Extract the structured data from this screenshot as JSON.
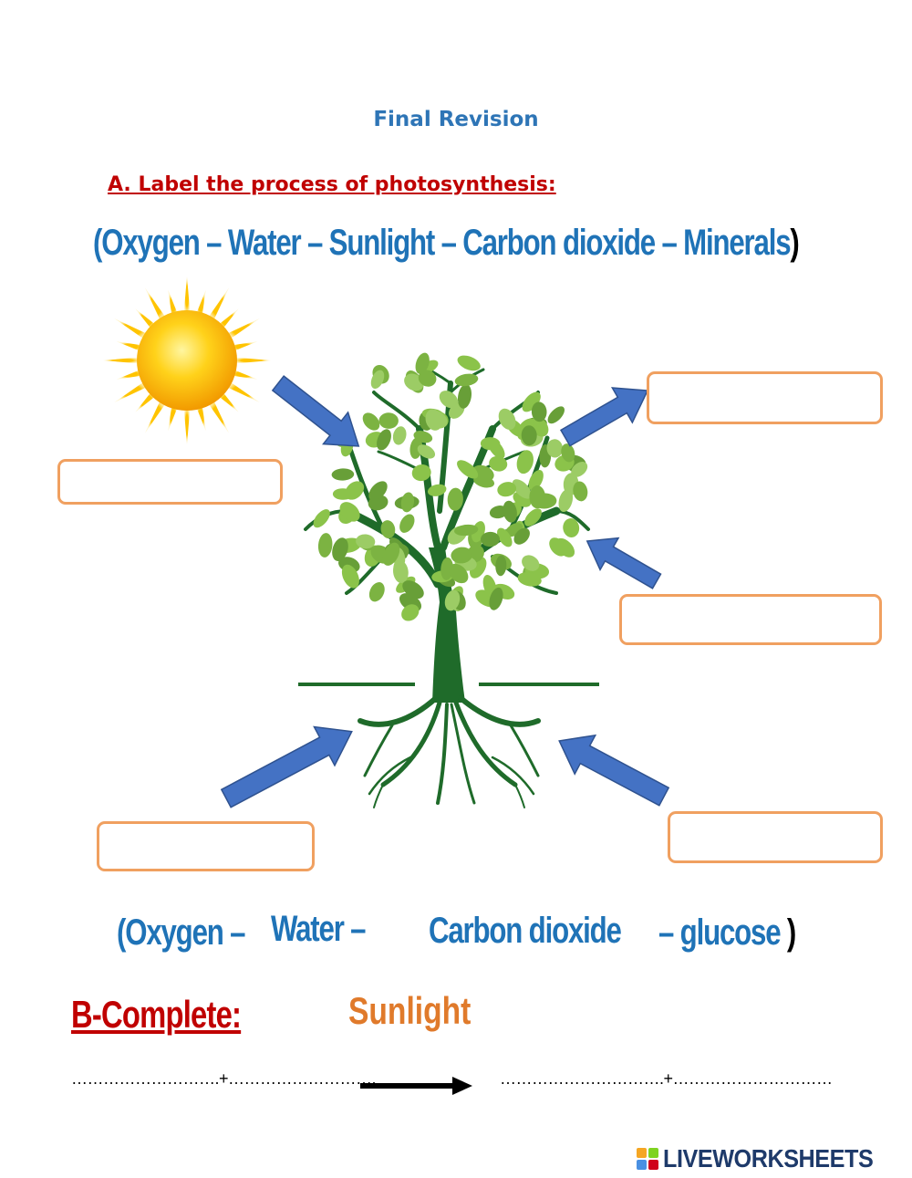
{
  "title": "Final Revision",
  "section_a": {
    "heading": "A. Label the process of photosynthesis:",
    "word_bank_open": "(",
    "word_bank": "Oxygen – Water – Sunlight – Carbon dioxide – Minerals",
    "word_bank_close": ")"
  },
  "section_b": {
    "word_bank_oxygen": "(Oxygen –",
    "word_bank_water": "Water –",
    "word_bank_co2": "Carbon dioxide",
    "word_bank_glucose": "– glucose",
    "word_bank_close": ")",
    "heading": "B-Complete:",
    "arrow_label": "Sunlight",
    "equation_left": "……………………….+……………………….",
    "equation_right": "………………………….+…………………………"
  },
  "answer_boxes": [
    "",
    "",
    "",
    "",
    ""
  ],
  "logo": {
    "text": "LIVEWORKSHEETS",
    "colors": [
      "#f5a623",
      "#7ed321",
      "#4a90e2",
      "#d0021b"
    ]
  },
  "colors": {
    "title": "#2e75b6",
    "heading_red": "#c00000",
    "word_bank_blue": "#1f73b7",
    "box_border": "#f0a060",
    "arrow_blue": "#4472c4",
    "tree_green": "#1f6b2a",
    "leaf_green": "#7cb342",
    "sunlight_orange": "#e07a2b"
  }
}
